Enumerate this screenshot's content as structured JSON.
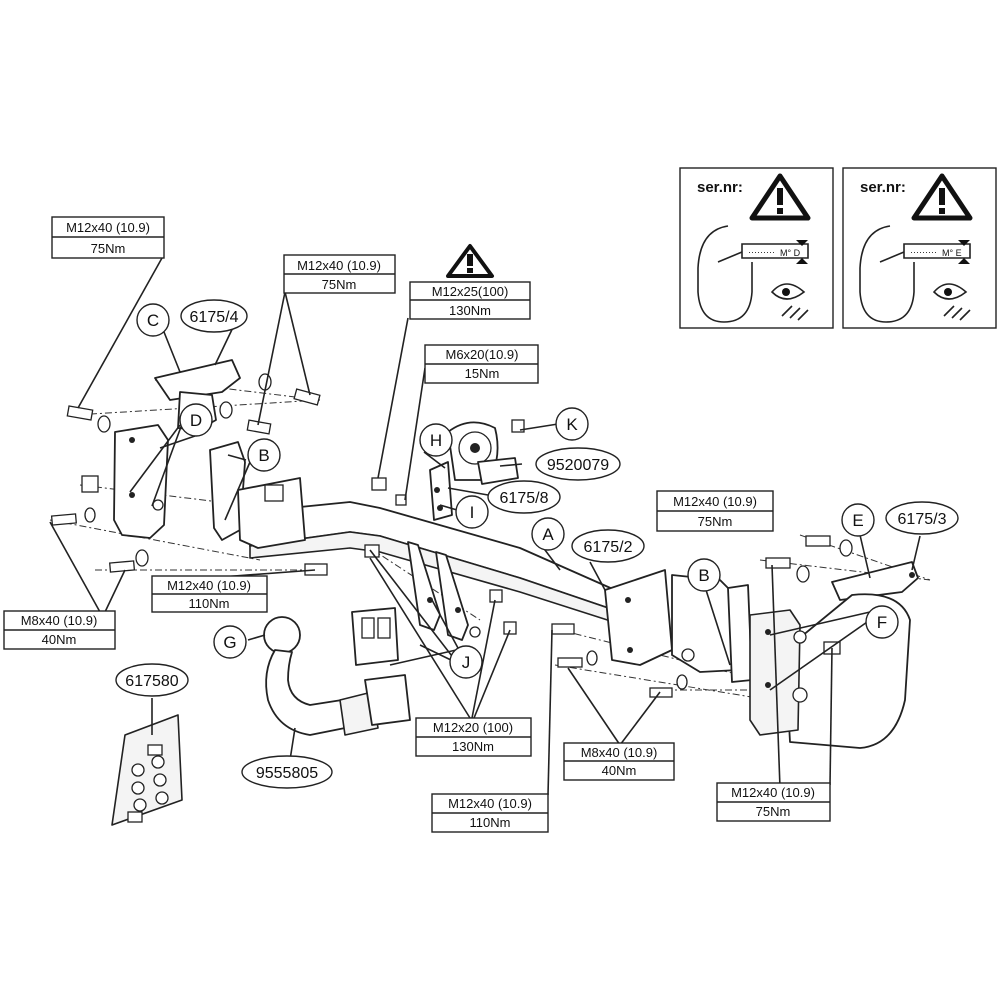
{
  "serial_panels": [
    {
      "label": "ser.nr:",
      "tag": "M° D"
    },
    {
      "label": "ser.nr:",
      "tag": "M° E"
    }
  ],
  "callouts": [
    {
      "spec": "M12x40 (10.9)",
      "torque": "75Nm"
    },
    {
      "spec": "M12x40 (10.9)",
      "torque": "75Nm"
    },
    {
      "spec": "M12x25(100)",
      "torque": "130Nm"
    },
    {
      "spec": "M6x20(10.9)",
      "torque": "15Nm"
    },
    {
      "spec": "M12x40 (10.9)",
      "torque": "75Nm"
    },
    {
      "spec": "M12x40 (10.9)",
      "torque": "110Nm"
    },
    {
      "spec": "M8x40 (10.9)",
      "torque": "40Nm"
    },
    {
      "spec": "M12x20 (100)",
      "torque": "130Nm"
    },
    {
      "spec": "M8x40 (10.9)",
      "torque": "40Nm"
    },
    {
      "spec": "M12x40 (10.9)",
      "torque": "110Nm"
    },
    {
      "spec": "M12x40 (10.9)",
      "torque": "75Nm"
    }
  ],
  "letters": [
    "C",
    "D",
    "B",
    "H",
    "K",
    "I",
    "A",
    "E",
    "B",
    "F",
    "G",
    "J"
  ],
  "part_numbers": [
    "6175/4",
    "9520079",
    "6175/8",
    "6175/2",
    "6175/3",
    "617580",
    "9555805"
  ]
}
